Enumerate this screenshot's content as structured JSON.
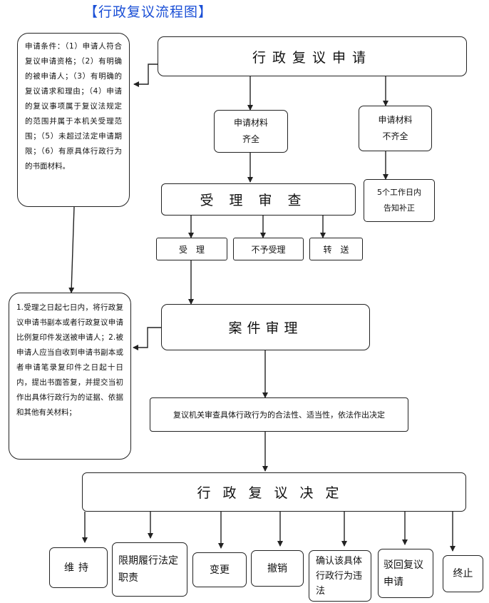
{
  "title": "【行政复议流程图】",
  "application": "行政复议申请",
  "conditions_note": "申请条件：（1）申请人符合复议申请资格；（2）有明确的被申请人；（3）有明确的复议请求和理由；（4）申请的复议事项属于复议法规定的范围并属于本机关受理范围；（5）未超过法定申请期限；（6）有原具体行政行为的书面材料。",
  "materials_complete": [
    "申请材料",
    "齐全"
  ],
  "materials_incomplete": [
    "申请材料",
    "不齐全"
  ],
  "notify_correction": [
    "5个工作日内",
    "告知补正"
  ],
  "acceptance_review": "受理审查",
  "accept": "受　理",
  "not_accept": "不予受理",
  "transfer": "转　送",
  "case_review": "案件审理",
  "review_note": "1.受理之日起七日内，将行政复议申请书副本或者行政复议申请比例复印件发送被申请人；2.被申请人应当自收到申请书副本或者申请笔录复印件之日起十日内，提出书面答复，并提交当初作出具体行政行为的证据、依据和其他有关材料；",
  "examination": "复议机关审查具体行政行为的合法性、适当性，依法作出决定",
  "decision": "行政复议决定",
  "outcomes": [
    "维持",
    "限期履行法定职责",
    "变更",
    "撤销",
    "确认该具体行政行为违法",
    "驳回复议申请",
    "终止"
  ]
}
